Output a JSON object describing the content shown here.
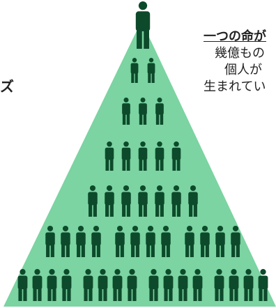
{
  "left_text": "ズ",
  "caption": {
    "title": "一つの命が",
    "line1": "幾億もの",
    "line2": "個人が",
    "line3": "生まれてい"
  },
  "colors": {
    "triangle_fill": "#7bd4a1",
    "figure_fill": "#0d4a2b",
    "text": "#222222"
  },
  "pyramid": {
    "apex_icon": "person-icon",
    "rows": [
      {
        "groups": [
          1
        ]
      },
      {
        "groups": [
          2
        ]
      },
      {
        "groups": [
          3
        ]
      },
      {
        "groups": [
          5
        ]
      },
      {
        "groups": [
          7
        ]
      },
      {
        "groups": [
          4,
          4,
          4
        ]
      },
      {
        "groups": [
          4,
          4,
          4,
          4
        ]
      }
    ]
  }
}
